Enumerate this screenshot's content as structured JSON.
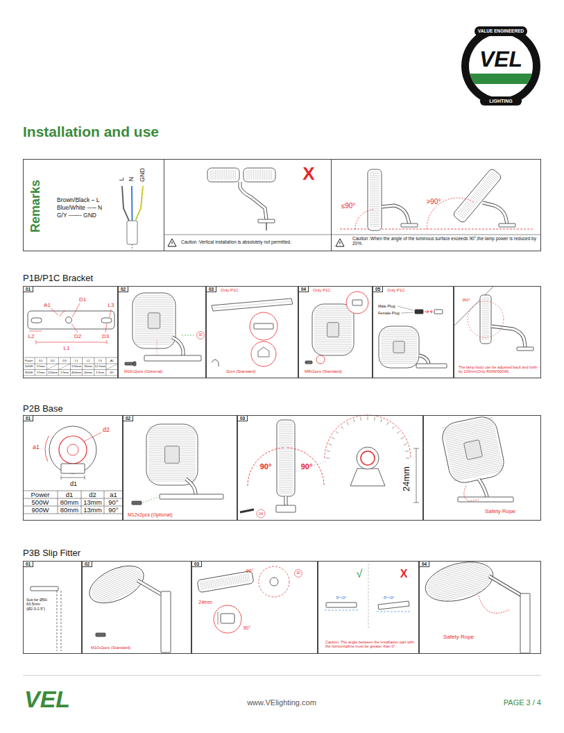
{
  "diagram": {
    "title": "Installation and use",
    "nodes": [
      {
        "text": [
          "Remarks"
        ]
      },
      {
        "text": [
          "Caution :Vertical installation is absolutely not permitted."
        ],
        "in": 0
      },
      {
        "text": [
          "Caution :When the angle of the luminous surface exceeds 90°,the lamp power is reduced by 20%."
        ],
        "in": 0
      },
      {
        "text": [
          "01"
        ]
      },
      {
        "text": [
          "02",
          "M16x2pcs (Optional)"
        ]
      },
      {
        "text": [
          "03",
          "Only P1C",
          "2pcs (Standard)"
        ]
      },
      {
        "text": [
          "04",
          "Only P1C",
          "M8x2pcs (Standard)"
        ]
      },
      {
        "text": [
          "05",
          "Only P1C"
        ]
      },
      {
        "text": [
          "The lamp body can be adjusted back and forth by 100mm(Only 800W/900W)"
        ]
      },
      {
        "text": [
          "01"
        ]
      },
      {
        "text": [
          "02",
          "M12x2pcs (Optional)"
        ]
      },
      {
        "text": [
          "03"
        ]
      },
      {
        "text": [
          "Safety Rope"
        ]
      },
      {
        "text": [
          "01",
          "Suit for Ø50-63.5mm (Ø2.0-2.5\")"
        ]
      },
      {
        "text": [
          "02",
          "M10x2pcs (Standard)"
        ]
      },
      {
        "text": [
          "03"
        ]
      },
      {
        "text": [
          "Caution: The angle between the installation part with the horizontalline must be greater than 0°."
        ]
      },
      {
        "text": [
          "04",
          "Safety Rope"
        ]
      }
    ],
    "labels": [
      "VALUE ENGINEERED",
      "VEL",
      "LIGHTING",
      "P1B/P1C Bracket",
      "P2B Base",
      "P3B Slip Fitter",
      "L",
      "N",
      "GND",
      "Brown/Black – L",
      "Blue/White —– N",
      "G/Y —–-- GND",
      "X",
      "≤90°",
      ">90°",
      "A1",
      "D1",
      "L3",
      "L2",
      "L1",
      "D2",
      "D3",
      "Power",
      "D1",
      "D2",
      "D3",
      "L1",
      "L2",
      "L3",
      "A1",
      "500W",
      "17mm",
      "170mm",
      "35mm",
      "12.5mm",
      "900W",
      "17mm",
      "120mm",
      "17mm",
      "400mm",
      "40mm",
      "17mm",
      "45°",
      "30",
      "Male Plug",
      "Female Plug",
      "360°",
      "a1",
      "d2",
      "d1",
      "Power",
      "d1",
      "d2",
      "a1",
      "500W",
      "80mm",
      "13mm",
      "90°",
      "900W",
      "80mm",
      "13mm",
      "90°",
      "90°",
      "90°",
      "24mm",
      "24",
      "90°",
      "30",
      "24mm",
      "90°",
      "√",
      "X",
      "5°>0°",
      "-5°<0°",
      "VEL",
      "www.VElighting.com",
      "PAGE 3 / 4"
    ]
  }
}
